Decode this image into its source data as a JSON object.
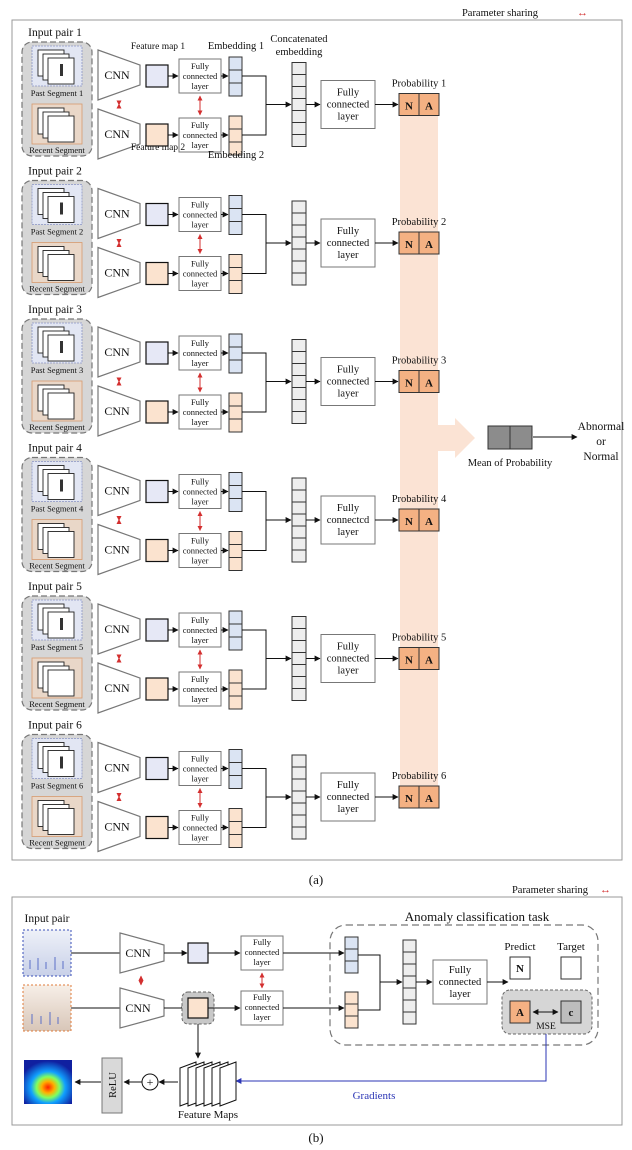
{
  "part_a": {
    "parameter_sharing": "Parameter sharing",
    "parameter_sharing_symbol": "↔",
    "pairs": [
      {
        "title": "Input pair 1",
        "past": "Past Segment 1",
        "recent": "Recent Segment",
        "probability": "Probability 1",
        "fc_label": "Fully connected layer"
      },
      {
        "title": "Input pair 2",
        "past": "Past Segment 2",
        "recent": "Recent Segment",
        "probability": "Probability 2",
        "fc_label": "Fully connected layer"
      },
      {
        "title": "Input pair 3",
        "past": "Past Segment 3",
        "recent": "Recent Segment",
        "probability": "Probability 3",
        "fc_label": "Fully connected layer"
      },
      {
        "title": "Input pair 4",
        "past": "Past Segment 4",
        "recent": "Recent Segment",
        "probability": "Probability 4",
        "fc_label": "Fully connectcd layer"
      },
      {
        "title": "Input pair 5",
        "past": "Past Segment 5",
        "recent": "Recent Segment",
        "probability": "Probability 5",
        "fc_label": "Fully connected layer"
      },
      {
        "title": "Input pair 6",
        "past": "Past Segment 6",
        "recent": "Recent Segment",
        "probability": "Probability 6",
        "fc_label": "Fully connected layer"
      }
    ],
    "cnn_label": "CNN",
    "fully_connected_small": "Fully connected layer",
    "feature_map_1": "Feature map 1",
    "feature_map_2": "Feature map 2",
    "embedding_1": "Embedding 1",
    "embedding_2": "Embedding 2",
    "concatenated_embedding": "Concatenated embedding",
    "prob_n": "N",
    "prob_a": "A",
    "mean_of_probability": "Mean of Probability",
    "output_abnormal": "Abnormal",
    "output_or": "or",
    "output_normal": "Normal",
    "caption": "(a)"
  },
  "part_b": {
    "parameter_sharing": "Parameter sharing",
    "parameter_sharing_symbol": "↔",
    "input_pair": "Input pair",
    "cnn_label": "CNN",
    "fully_connected_small": "Fully connected layer",
    "task_title": "Anomaly classification task",
    "fully_connected_big": "Fully connected layer",
    "predict": "Predict",
    "target": "Target",
    "pred_n": "N",
    "pred_a": "A",
    "target_c": "c",
    "mse": "MSE",
    "gradients": "Gradients",
    "relu": "ReLU",
    "plus": "+",
    "feature_maps": "Feature Maps",
    "caption": "(b)"
  },
  "colors": {
    "accent_red": "#d32f2f",
    "blue_cell": "#dbe4f3",
    "orange_cell": "#fbe3cf",
    "prob_fill": "#f4b183",
    "band": "#fbe3d4",
    "group_fill": "#d6d6d6",
    "gradient_line": "#2b35b5"
  }
}
